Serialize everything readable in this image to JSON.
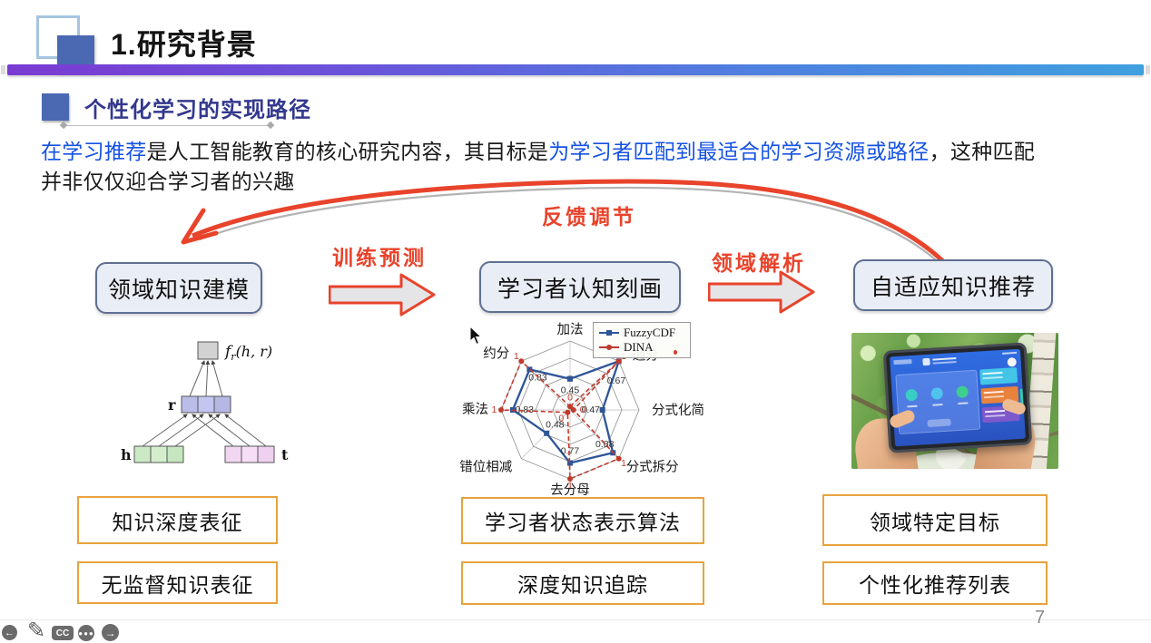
{
  "slide": {
    "title": "1.研究背景",
    "section": {
      "heading": "个性化学习的实现路径"
    },
    "intro": {
      "seg1": "在学习推荐",
      "seg2": "是人工智能教育的核心研究内容，其目标是",
      "seg3": "为学习者匹配到最适合的学习资源或路径",
      "seg4": "，这种匹配",
      "seg5": "并非仅仅迎合学习者的兴趣"
    },
    "flow": {
      "feedback_label": "反馈调节",
      "arrow1_label": "训练预测",
      "arrow2_label": "领域解析",
      "box1": "领域知识建模",
      "box2": "学习者认知刻画",
      "box3": "自适应知识推荐"
    },
    "network": {
      "f": "f",
      "f_sub": "r",
      "f_args": "(h, r)",
      "r_label": "r",
      "h_label": "h",
      "t_label": "t"
    },
    "outcome_boxes": [
      "知识深度表征",
      "无监督知识表征",
      "学习者状态表示算法",
      "深度知识追踪",
      "领域特定目标",
      "个性化推荐列表"
    ],
    "page_number": "7",
    "colors": {
      "accent_blue_text": "#1552E3",
      "accent_red": "#E8432B",
      "flow_box_border": "#5F6F92",
      "outcome_box_border": "#E8A33D",
      "header_square": "#4A69B2",
      "gradient_bar": [
        "#7A3BD3",
        "#3FA0DF"
      ]
    }
  },
  "chart_data": {
    "type": "radar",
    "title": "",
    "categories": [
      "加法",
      "通分",
      "分式化简",
      "分式拆分",
      "去分母",
      "错位相减",
      "乘法",
      "约分"
    ],
    "series": [
      {
        "name": "FuzzyCDF",
        "color": "#2F5597",
        "line": "solid",
        "marker": "square",
        "values": [
          0.45,
          1.0,
          0.47,
          0.88,
          0.77,
          0.48,
          0.83,
          0.83
        ]
      },
      {
        "name": "DINA",
        "color": "#C0392B",
        "line": "dashed",
        "marker": "circle",
        "values": [
          0.05,
          1.0,
          0.05,
          1.0,
          1.0,
          0.05,
          1.0,
          1.0
        ]
      }
    ],
    "value_labels": {
      "FuzzyCDF": [
        "0.45",
        "",
        "0.47",
        "0.88",
        "0.77",
        "0.48",
        "0.83",
        "0.83"
      ],
      "DINA": [
        "0",
        "1",
        "0",
        "1",
        "1",
        "0",
        "1",
        "1"
      ]
    },
    "extra_labels": [
      {
        "text": "0.67",
        "axis": 1,
        "r": 0.67
      }
    ],
    "rlim": [
      0,
      1
    ],
    "rings": 4,
    "grid": true,
    "legend_position": "top-right"
  },
  "player": {
    "back_icon": "←",
    "edit_icon": "✎",
    "cc_label": "CC",
    "more_icon": "●●●",
    "next_icon": "→"
  }
}
